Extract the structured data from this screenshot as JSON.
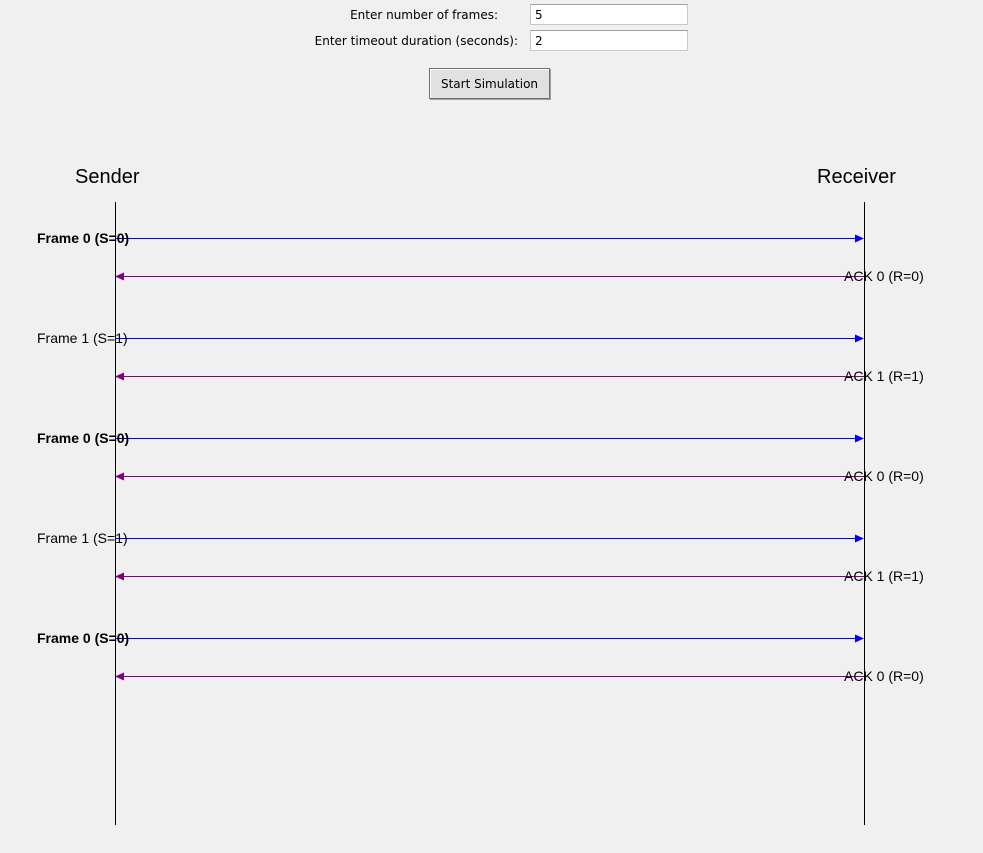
{
  "form": {
    "frames_label": "Enter number of frames:",
    "frames_value": "5",
    "timeout_label": "Enter timeout duration (seconds):",
    "timeout_value": "2",
    "start_button_label": "Start Simulation"
  },
  "diagram": {
    "sender_title": "Sender",
    "receiver_title": "Receiver",
    "frame_color": "#0000ff",
    "ack_color": "#800080",
    "messages": [
      {
        "frame_label": "Frame 0 (S=0)",
        "frame_bold": true,
        "ack_label": "ACK 0 (R=0)"
      },
      {
        "frame_label": "Frame 1 (S=1)",
        "frame_bold": false,
        "ack_label": "ACK 1 (R=1)"
      },
      {
        "frame_label": "Frame 0 (S=0)",
        "frame_bold": true,
        "ack_label": "ACK 0 (R=0)"
      },
      {
        "frame_label": "Frame 1 (S=1)",
        "frame_bold": false,
        "ack_label": "ACK 1 (R=1)"
      },
      {
        "frame_label": "Frame 0 (S=0)",
        "frame_bold": true,
        "ack_label": "ACK 0 (R=0)"
      }
    ]
  }
}
